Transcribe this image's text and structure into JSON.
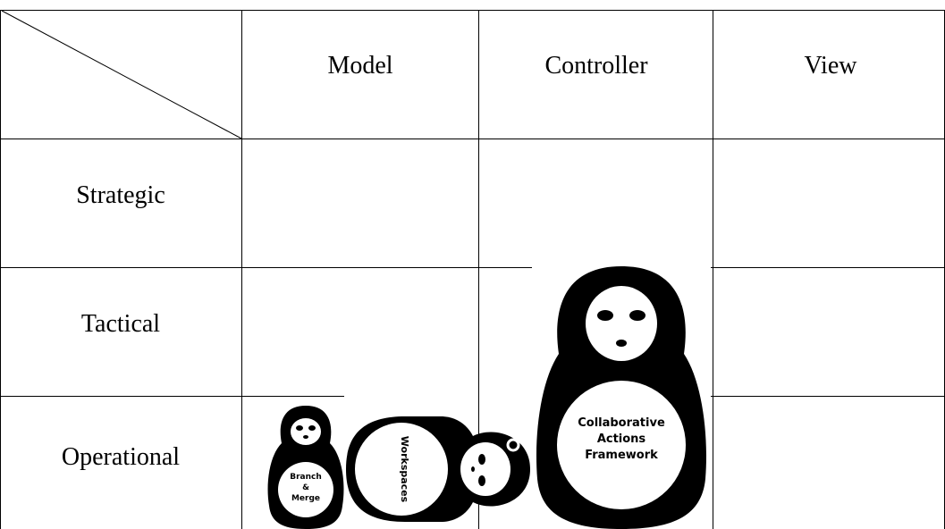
{
  "matrix": {
    "columns": [
      "Model",
      "Controller",
      "View"
    ],
    "rows": [
      "Strategic",
      "Tactical",
      "Operational"
    ]
  },
  "dolls": {
    "small": {
      "label_lines": [
        "Branch",
        "&",
        "Merge"
      ]
    },
    "medium": {
      "label": "Workspaces"
    },
    "large": {
      "label_lines": [
        "Collaborative",
        "Actions",
        "Framework"
      ]
    }
  }
}
